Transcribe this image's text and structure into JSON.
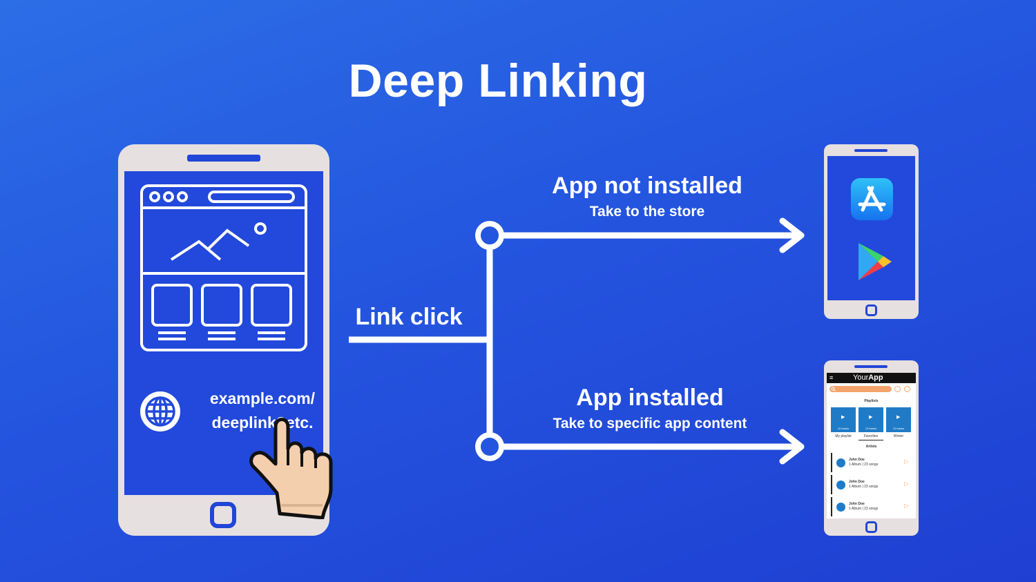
{
  "title": "Deep Linking",
  "link_click": "Link click",
  "branch_top": {
    "title": "App not installed",
    "subtitle": "Take to the store"
  },
  "branch_bottom": {
    "title": "App installed",
    "subtitle": "Take to specific app content"
  },
  "url": {
    "line1": "example.com/",
    "line2": "deeplink?etc."
  },
  "app_mock": {
    "name_prefix": "Your",
    "name_bold": "App",
    "playlists_heading": "Playlists",
    "playlists": [
      {
        "tracks": "12 tracks",
        "name": "My playlist"
      },
      {
        "tracks": "12 tracks",
        "name": "Favorites"
      },
      {
        "tracks": "12 tracks",
        "name": "Winter"
      }
    ],
    "artists_heading": "Artists",
    "artists": [
      {
        "name": "John Doe",
        "meta": "1 Album | 23 songs"
      },
      {
        "name": "John Doe",
        "meta": "1 Album | 23 songs"
      },
      {
        "name": "John Doe",
        "meta": "1 Album | 23 songs"
      }
    ]
  },
  "icons": [
    "browser-window-icon",
    "globe-icon",
    "pointing-hand-icon",
    "app-store-icon",
    "google-play-icon",
    "menu-icon",
    "search-icon"
  ],
  "colors": {
    "background_top": "#2c6ee6",
    "background_bottom": "#1f3fd2",
    "phone_body": "#e7e0e0",
    "phone_accent": "#2145d6",
    "app_accent": "#f5a46b",
    "app_tile": "#1f7bc7"
  }
}
